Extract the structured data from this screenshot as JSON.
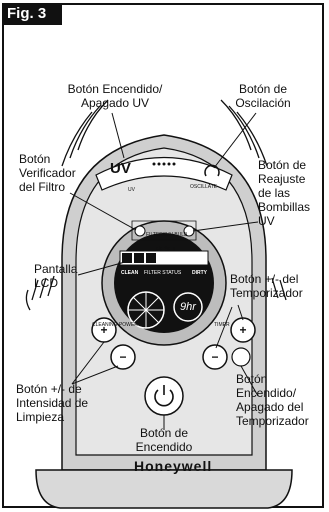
{
  "figure": {
    "label": "Fig. 3",
    "device_text": {
      "uv": "UV",
      "oscillate_small": "OSCILLATE",
      "uv_small": "UV",
      "filters": "FILTERS",
      "uv_bulb": "UV BULB",
      "reset": "RESET",
      "clean": "CLEAN",
      "filter_status": "FILTER STATUS",
      "dirty": "DIRTY",
      "timer_display": "9hr",
      "cleaning_power": "CLEANING POWER",
      "timer": "TIMER",
      "brand": "Honeywell"
    },
    "callouts": {
      "uv_power": [
        "Botón Encendido/",
        "Apagado UV"
      ],
      "oscillation": [
        "Botón de",
        "Oscilación"
      ],
      "filter_check": [
        "Botón",
        "Verificador",
        "del  Filtro"
      ],
      "bulb_reset": [
        "Botón de",
        "Reajuste",
        "de las",
        "Bombillas",
        "UV"
      ],
      "lcd": [
        "Pantalla",
        "LCD"
      ],
      "timer_pm": [
        "Botón +/- del",
        "Temporizador"
      ],
      "intensity_pm": [
        "Botón +/- de",
        "Intensidad de",
        "Limpieza"
      ],
      "power": [
        "Botón de",
        "Encendido"
      ],
      "timer_power": [
        "Botón",
        "Encendido/",
        "Apagado del",
        "Temporizador"
      ]
    }
  }
}
